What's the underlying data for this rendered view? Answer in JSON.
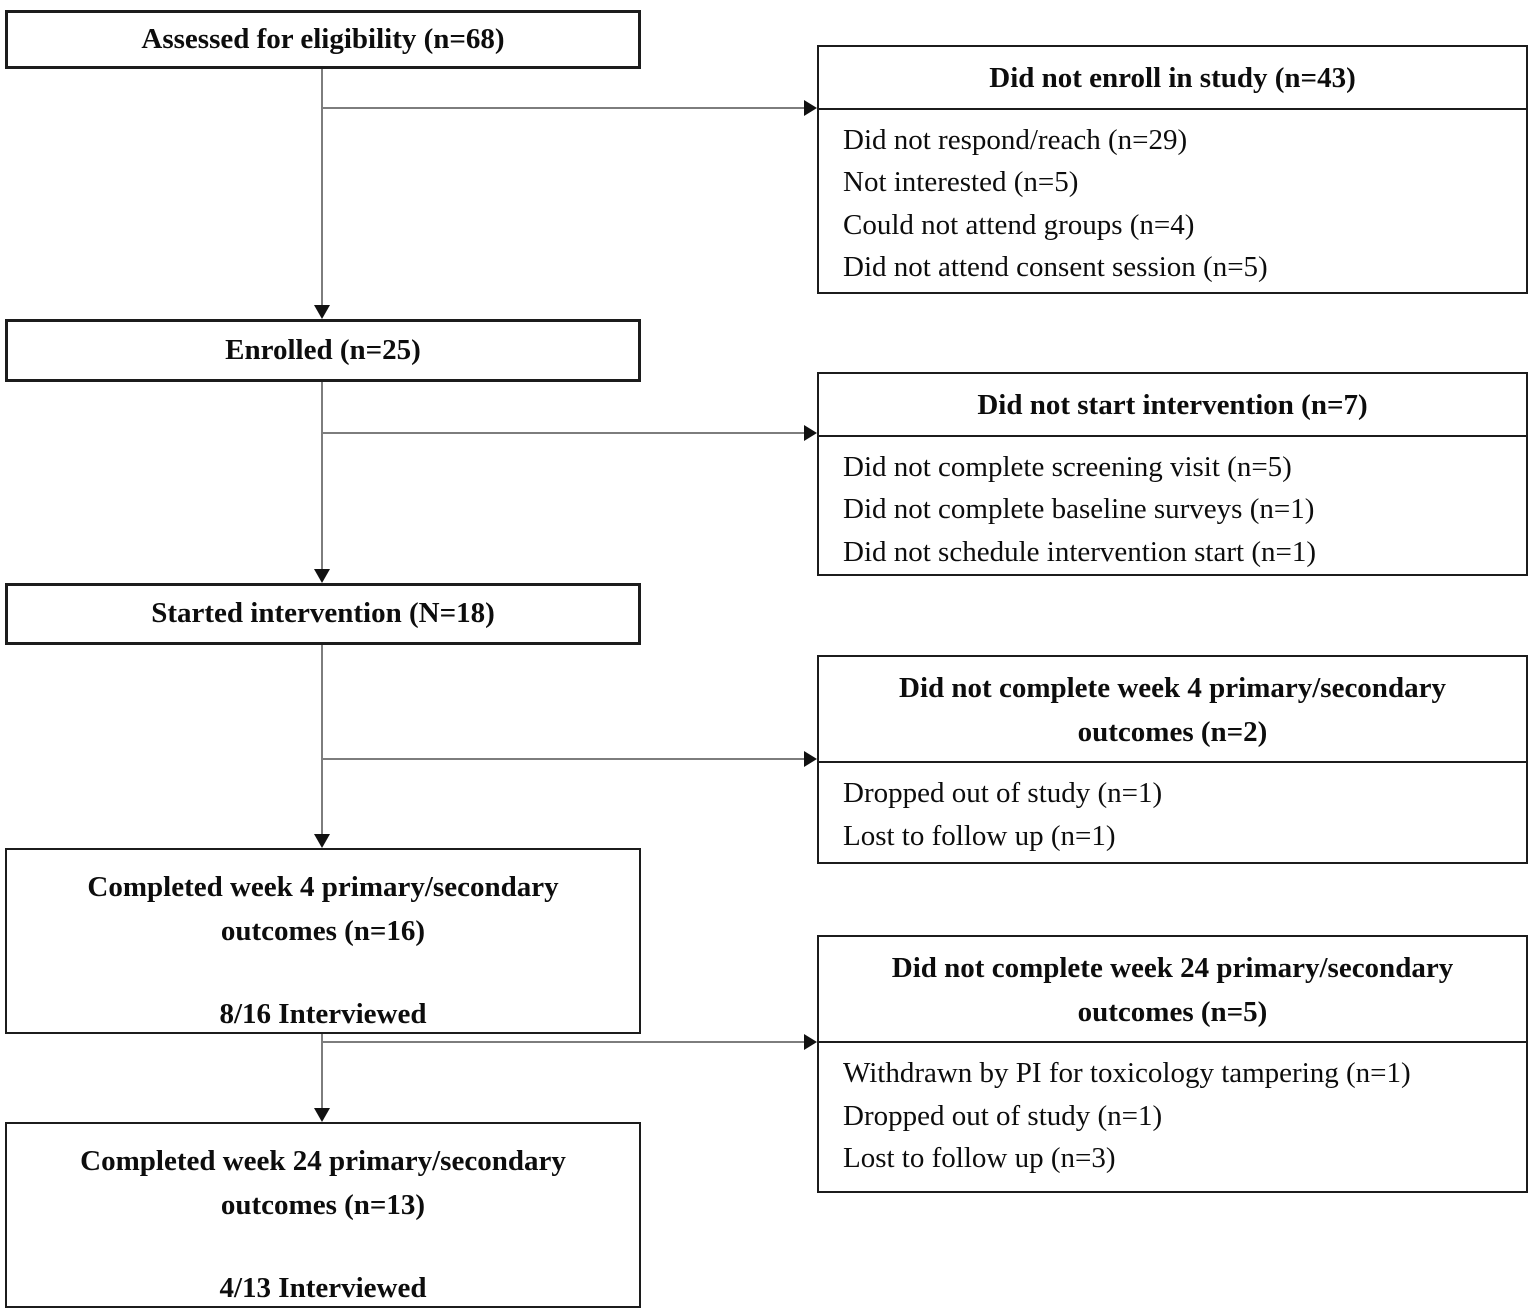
{
  "colors": {
    "connector_line": "#7d7d7d",
    "arrowhead": "#111111",
    "box_border": "#1c1c1c",
    "text": "#0d0d0d",
    "background": "#ffffff"
  },
  "main": [
    {
      "label": "Assessed for eligibility (n=68)"
    },
    {
      "label": "Enrolled (n=25)"
    },
    {
      "label": "Started intervention (N=18)"
    },
    {
      "title": "Completed week 4 primary/secondary outcomes (n=16)",
      "note": "8/16 Interviewed"
    },
    {
      "title": "Completed week 24 primary/secondary outcomes (n=13)",
      "note": "4/13 Interviewed"
    }
  ],
  "side": [
    {
      "title": "Did not enroll in study (n=43)",
      "items": [
        "Did not respond/reach (n=29)",
        "Not interested (n=5)",
        "Could not attend groups (n=4)",
        "Did not attend consent session (n=5)"
      ]
    },
    {
      "title": "Did not start intervention (n=7)",
      "items": [
        "Did not complete screening visit (n=5)",
        "Did not complete baseline surveys (n=1)",
        "Did not schedule intervention start (n=1)"
      ]
    },
    {
      "title": "Did not complete week 4 primary/secondary outcomes (n=2)",
      "items": [
        "Dropped out of study (n=1)",
        "Lost to follow up (n=1)"
      ]
    },
    {
      "title": "Did not complete week 24 primary/secondary outcomes (n=5)",
      "items": [
        "Withdrawn by PI for toxicology tampering (n=1)",
        "Dropped out of study (n=1)",
        "Lost to follow up (n=3)"
      ]
    }
  ]
}
